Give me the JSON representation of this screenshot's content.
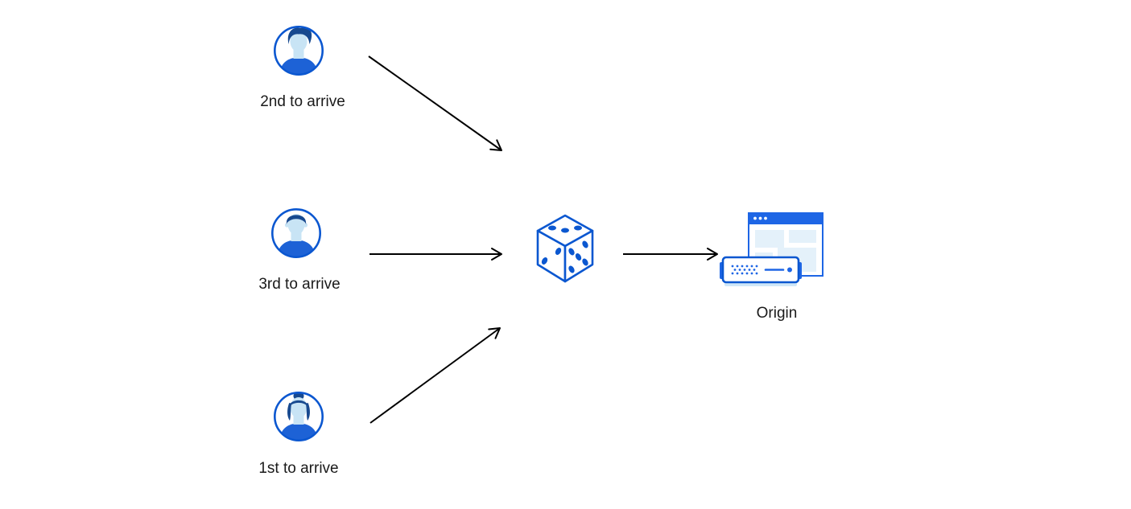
{
  "diagram": {
    "users": [
      {
        "id": "user-2nd",
        "label": "2nd to arrive",
        "icon": "male-avatar-icon"
      },
      {
        "id": "user-3rd",
        "label": "3rd to arrive",
        "icon": "male-short-hair-avatar-icon"
      },
      {
        "id": "user-1st",
        "label": "1st to arrive",
        "icon": "female-avatar-icon"
      }
    ],
    "selector": {
      "id": "dice",
      "icon": "dice-icon"
    },
    "origin": {
      "id": "origin",
      "label": "Origin",
      "icon": "origin-server-icon"
    },
    "edges": [
      {
        "from": "user-2nd",
        "to": "dice"
      },
      {
        "from": "user-3rd",
        "to": "dice"
      },
      {
        "from": "user-1st",
        "to": "dice"
      },
      {
        "from": "dice",
        "to": "origin"
      }
    ],
    "colors": {
      "primary_blue": "#0b57d0",
      "hair_navy": "#17498f",
      "shirt_blue": "#1d62d6",
      "skin_light_blue": "#c8e4f5",
      "window_bar_blue": "#1e66e5",
      "pale_block_blue": "#e4f1fa",
      "server_base_blue": "#cfe7f8",
      "arrow_black": "#000000",
      "label_text": "#1a1a1a",
      "background": "#ffffff"
    }
  }
}
